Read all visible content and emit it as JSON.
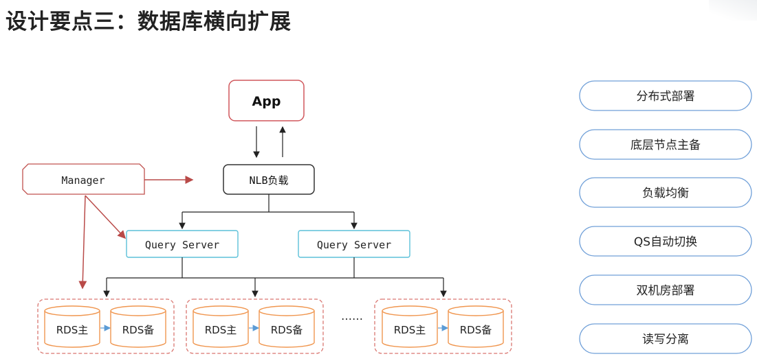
{
  "title": "设计要点三：数据库横向扩展",
  "diagram": {
    "app": "App",
    "nlb": "NLB负载",
    "manager": "Manager",
    "query_servers": [
      "Query Server",
      "Query Server"
    ],
    "rds_groups": [
      {
        "primary": "RDS主",
        "standby": "RDS备"
      },
      {
        "primary": "RDS主",
        "standby": "RDS备"
      },
      {
        "primary": "RDS主",
        "standby": "RDS备"
      }
    ],
    "ellipsis": "……"
  },
  "features": [
    "分布式部署",
    "底层节点主备",
    "负载均衡",
    "QS自动切换",
    "双机房部署",
    "读写分离"
  ],
  "colors": {
    "app_border": "#d0575c",
    "manager_border": "#c0504d",
    "query_border": "#5bc0d8",
    "rds_border": "#f0964f",
    "group_border": "#d9756f",
    "feature_border": "#6f9fd8"
  }
}
